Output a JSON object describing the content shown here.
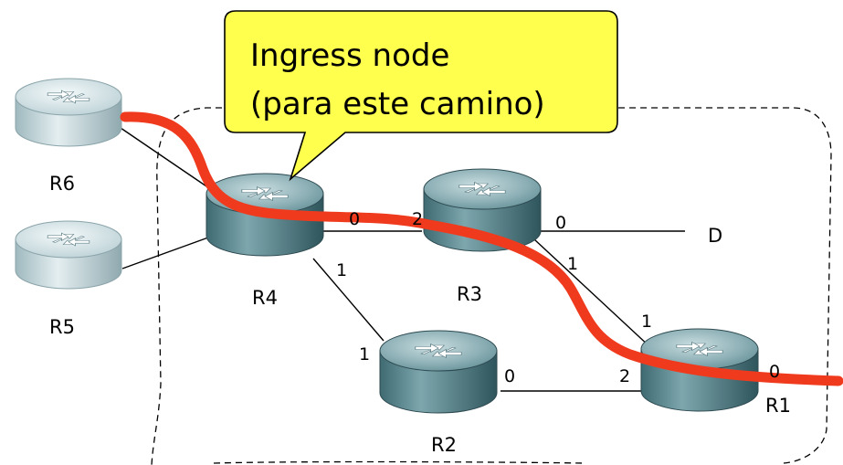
{
  "callout": {
    "line1": "Ingress node",
    "line2": "(para este camino)"
  },
  "routers": [
    {
      "id": "R6",
      "label": "R6",
      "style": "edge"
    },
    {
      "id": "R5",
      "label": "R5",
      "style": "edge"
    },
    {
      "id": "R4",
      "label": "R4",
      "style": "core"
    },
    {
      "id": "R3",
      "label": "R3",
      "style": "core"
    },
    {
      "id": "R2",
      "label": "R2",
      "style": "core"
    },
    {
      "id": "R1",
      "label": "R1",
      "style": "core"
    }
  ],
  "destination": {
    "label": "D"
  },
  "ports": {
    "r4_to_r3": "0",
    "r3_from_r4": "2",
    "r3_to_d": "0",
    "r4_to_r2": "1",
    "r2_from_r4": "1",
    "r3_to_r1": "1",
    "r1_from_r3": "1",
    "r2_to_r1": "0",
    "r1_from_r2": "2",
    "r1_out": "0"
  },
  "colors": {
    "path": "#f03a1e",
    "callout_fill": "#ffff4d",
    "core_router": "#5f8c93",
    "edge_router": "#c4d7dc"
  }
}
